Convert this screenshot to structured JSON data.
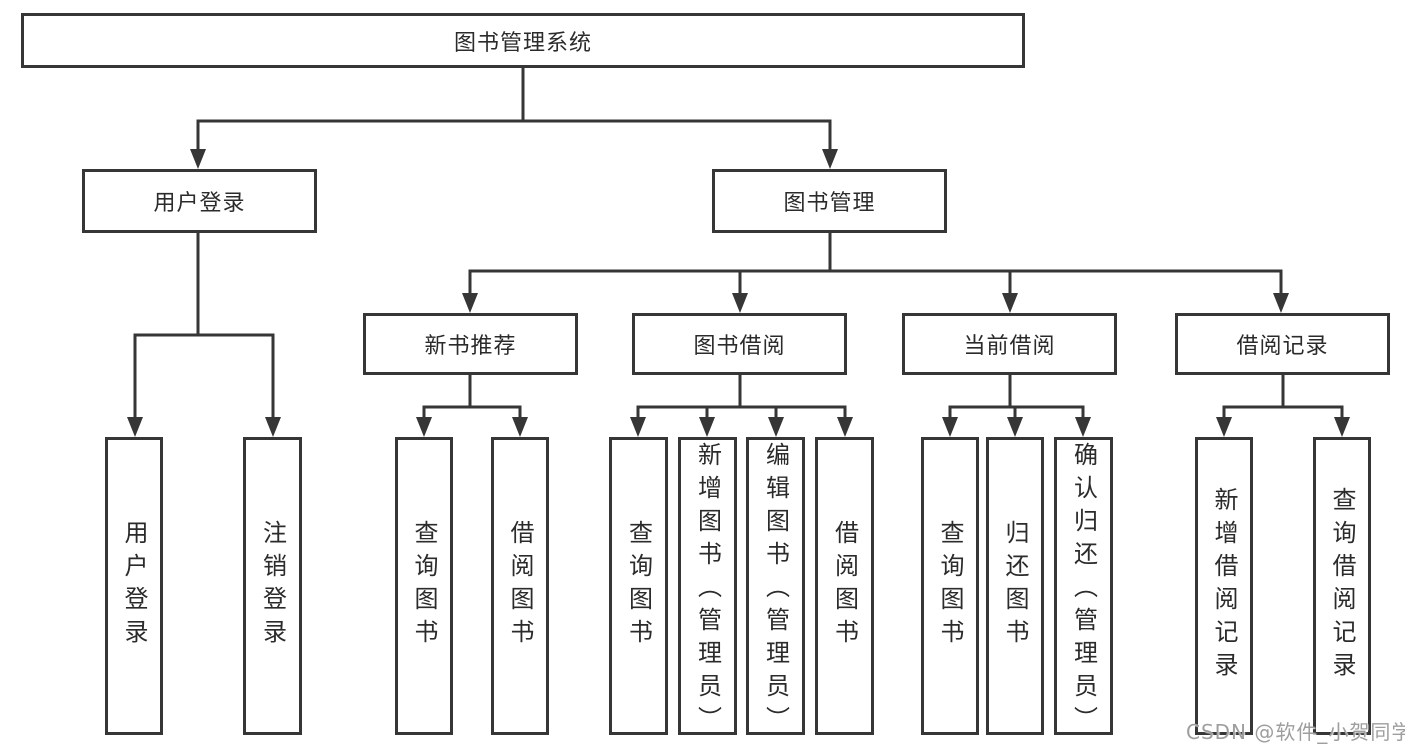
{
  "diagram": {
    "root": {
      "label": "图书管理系统"
    },
    "level1": [
      {
        "label": "用户登录",
        "children": [
          {
            "label": "用户登录"
          },
          {
            "label": "注销登录"
          }
        ]
      },
      {
        "label": "图书管理",
        "children": [
          {
            "label": "新书推荐",
            "children": [
              {
                "label": "查询图书"
              },
              {
                "label": "借阅图书"
              }
            ]
          },
          {
            "label": "图书借阅",
            "children": [
              {
                "label": "查询图书"
              },
              {
                "label": "新增图书（管理员）"
              },
              {
                "label": "编辑图书（管理员）"
              },
              {
                "label": "借阅图书"
              }
            ]
          },
          {
            "label": "当前借阅",
            "children": [
              {
                "label": "查询图书"
              },
              {
                "label": "归还图书"
              },
              {
                "label": "确认归还（管理员）"
              }
            ]
          },
          {
            "label": "借阅记录",
            "children": [
              {
                "label": "新增借阅记录"
              },
              {
                "label": "查询借阅记录"
              }
            ]
          }
        ]
      }
    ]
  },
  "watermark": {
    "text": "CSDN @软件_小贺同学"
  },
  "colors": {
    "line": "#363636",
    "box_border": "#363636",
    "text": "#2b2b2b",
    "watermark": "#9e9e9e",
    "background": "#ffffff"
  }
}
